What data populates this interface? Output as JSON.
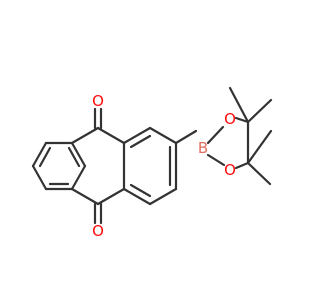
{
  "molecule": {
    "atom_labels": {
      "o_top": "O",
      "o_bottom": "O",
      "boron": "B",
      "o_ring_upper": "O",
      "o_ring_lower": "O"
    },
    "colors": {
      "bond": "#333333",
      "oxygen": "#ff0d0d",
      "boron": "#e07060",
      "background": "#ffffff"
    }
  }
}
